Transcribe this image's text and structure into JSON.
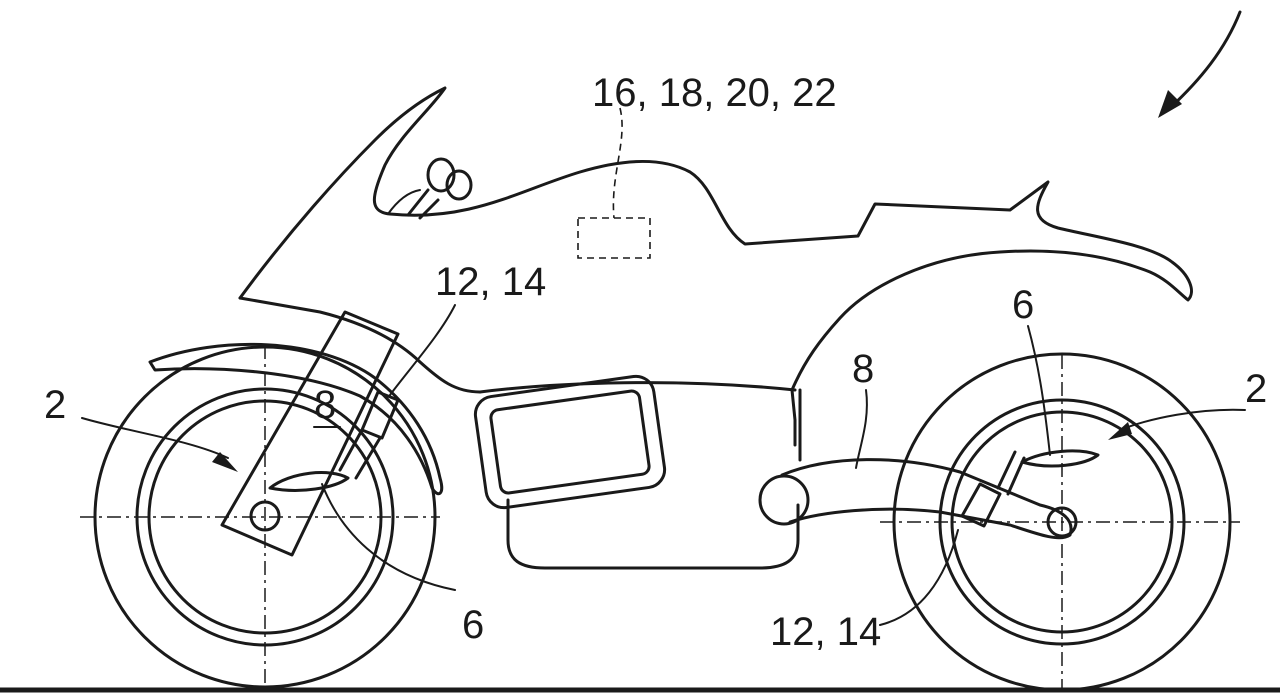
{
  "labels": {
    "top_components": "16, 18, 20, 22",
    "front_sensor": "12, 14",
    "front_wheel": "2",
    "front_element": "8",
    "front_element_bottom": "6",
    "rear_element_top": "6",
    "rear_swingarm": "8",
    "rear_wheel": "2",
    "rear_sensor": "12, 14"
  }
}
